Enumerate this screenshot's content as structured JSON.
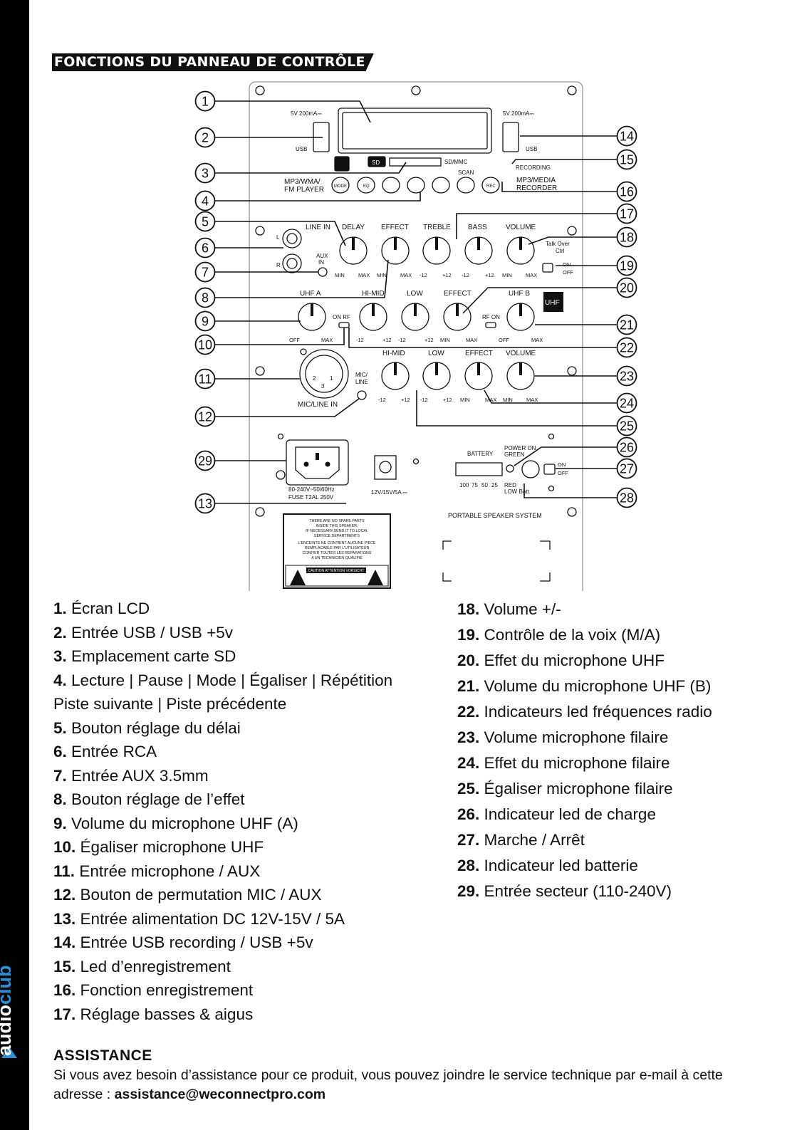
{
  "brand": {
    "logo_text_main": "audio",
    "logo_text_accent": "club"
  },
  "header": {
    "title": "FONCTIONS DU PANNEAU DE CONTRÔLE"
  },
  "panel": {
    "labels": {
      "usb_left_power": "5V 200mA⎓",
      "usb_left": "USB",
      "usb_right_power": "5V 200mA⎓",
      "usb_right": "USB",
      "sd_badge": "SD",
      "sd_mmc": "SD/MMC",
      "recording": "RECORDING",
      "scan": "SCAN",
      "mp3_player": "MP3/WMA/",
      "fm_player": "FM PLAYER",
      "mp3_recorder": "MP3/MEDIA",
      "recorder": "RECORDER",
      "btn_mode": "MODE",
      "btn_eq": "EQ",
      "btn_rec": "REC",
      "line_in": "LINE IN",
      "delay": "DELAY",
      "effect1": "EFFECT",
      "treble": "TREBLE",
      "bass": "BASS",
      "volume1": "VOLUME",
      "talk_over": "Talk Over",
      "talk_ctrl": "Ctrl",
      "aux": "AUX",
      "in": "IN",
      "l": "L",
      "r": "R",
      "min": "MIN",
      "max": "MAX",
      "m12": "-12",
      "p12": "+12",
      "on": "ON",
      "off": "OFF",
      "uhf_a": "UHF A",
      "hi_mid1": "HI-MID",
      "low1": "LOW",
      "effect2": "EFFECT",
      "uhf_b": "UHF B",
      "uhf_badge": "UHF",
      "on_rf": "ON RF",
      "rf_on": "RF ON",
      "hi_mid2": "HI-MID",
      "low2": "LOW",
      "effect3": "EFFECT",
      "volume2": "VOLUME",
      "mic": "MIC/",
      "line": "LINE",
      "mic_line_in": "MIC/LINE IN",
      "xlr_2": "2",
      "xlr_1": "1",
      "xlr_3": "3",
      "voltage": "80-240V~50/60Hz",
      "fuse": "FUSE T2AL 250V",
      "dc_in": "12V/15V/5A ⎓",
      "battery": "BATTERY",
      "power_on": "POWER ON",
      "green": "GREEN",
      "red": "RED",
      "low_batt": "LOW Batt.",
      "batt_100": "100",
      "batt_75": "75",
      "batt_50": "50",
      "batt_25": "25",
      "portable": "PORTABLE SPEAKER SYSTEM",
      "warn_1": "THERE ARE NO SPARE PARTS",
      "warn_2": "INSIDE THIS SPEAKER.",
      "warn_3": "IF NECESSARY,SEND IT TO LOCAL",
      "warn_4": "SERVICE DEPARTMENTS",
      "warn_5": "L'ENCEINTE NE CONTIENT AUCUNE PIECE",
      "warn_6": "REMPLACABLE PAR L'UTILISATEUR",
      "warn_7": "CONFIER TOUTES LES REPARATIONS",
      "warn_8": "A UN TECHNICIEN QUALIFIE",
      "caution": "CAUTION ATTENTION VORSICHT"
    },
    "callouts": [
      "1",
      "2",
      "3",
      "4",
      "5",
      "6",
      "7",
      "8",
      "9",
      "10",
      "11",
      "12",
      "13",
      "14",
      "15",
      "16",
      "17",
      "18",
      "19",
      "20",
      "21",
      "22",
      "23",
      "24",
      "25",
      "26",
      "27",
      "28",
      "29"
    ]
  },
  "functions_left": [
    {
      "num": "1.",
      "text": "Écran LCD"
    },
    {
      "num": "2.",
      "text": "Entrée USB / USB +5v"
    },
    {
      "num": "3.",
      "text": "Emplacement carte SD"
    },
    {
      "num": "4.",
      "text": "Lecture | Pause | Mode | Égaliser | Répétition"
    },
    {
      "num": "",
      "text": "Piste suivante | Piste précédente"
    },
    {
      "num": "5.",
      "text": "Bouton réglage du délai"
    },
    {
      "num": "6.",
      "text": "Entrée RCA"
    },
    {
      "num": "7.",
      "text": "Entrée AUX 3.5mm"
    },
    {
      "num": "8.",
      "text": "Bouton réglage de l’effet"
    },
    {
      "num": "9.",
      "text": "Volume du microphone UHF (A)"
    },
    {
      "num": "10.",
      "text": "Égaliser microphone UHF"
    },
    {
      "num": "11.",
      "text": "Entrée microphone / AUX"
    },
    {
      "num": "12.",
      "text": "Bouton de permutation MIC / AUX"
    },
    {
      "num": "13.",
      "text": "Entrée alimentation DC 12V-15V / 5A"
    },
    {
      "num": "14.",
      "text": "Entrée USB recording / USB +5v"
    },
    {
      "num": "15.",
      "text": "Led d’enregistrement"
    },
    {
      "num": "16.",
      "text": "Fonction enregistrement"
    },
    {
      "num": "17.",
      "text": "Réglage basses & aigus"
    }
  ],
  "functions_right": [
    {
      "num": "18.",
      "text": "Volume +/-"
    },
    {
      "num": "19.",
      "text": "Contrôle de la voix (M/A)"
    },
    {
      "num": "20.",
      "text": "Effet du microphone UHF"
    },
    {
      "num": "21.",
      "text": "Volume du microphone UHF (B)"
    },
    {
      "num": "22.",
      "text": "Indicateurs led fréquences radio"
    },
    {
      "num": "23.",
      "text": "Volume microphone filaire"
    },
    {
      "num": "24.",
      "text": "Effet du microphone filaire"
    },
    {
      "num": "25.",
      "text": "Égaliser microphone filaire"
    },
    {
      "num": "26.",
      "text": "Indicateur led de charge"
    },
    {
      "num": "27.",
      "text": "Marche / Arrêt"
    },
    {
      "num": "28.",
      "text": "Indicateur led batterie"
    },
    {
      "num": "29.",
      "text": "Entrée secteur (110-240V)"
    }
  ],
  "assistance": {
    "title": "ASSISTANCE",
    "text": "Si vous avez besoin d’assistance pour ce produit, vous pouvez joindre le service technique par e-mail à cette adresse : ",
    "email": "assistance@weconnectpro.com"
  }
}
